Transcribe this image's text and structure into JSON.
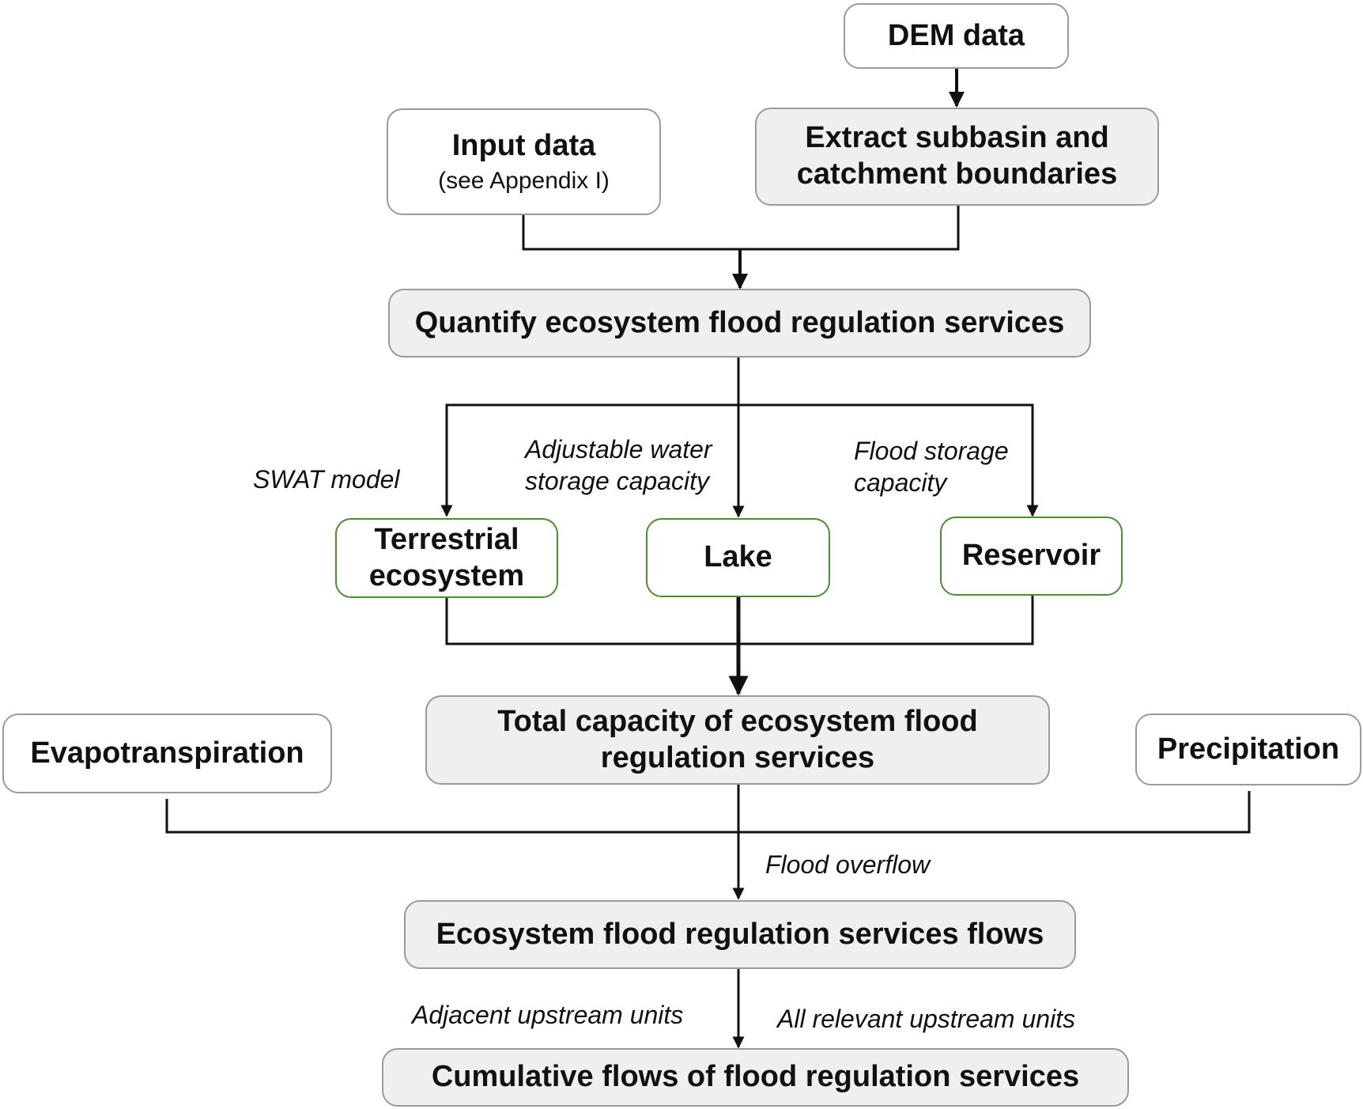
{
  "nodes": {
    "dem_data": "DEM data",
    "input_data": "Input data",
    "input_data_note": "(see Appendix I)",
    "extract_boundaries_1": "Extract subbasin and",
    "extract_boundaries_2": "catchment boundaries",
    "quantify": "Quantify ecosystem flood regulation services",
    "terrestrial_1": "Terrestrial",
    "terrestrial_2": "ecosystem",
    "lake": "Lake",
    "reservoir": "Reservoir",
    "total_capacity_1": "Total capacity of ecosystem flood",
    "total_capacity_2": "regulation services",
    "evapotranspiration": "Evapotranspiration",
    "precipitation": "Precipitation",
    "flows": "Ecosystem flood regulation services flows",
    "cumulative": "Cumulative flows of flood regulation services"
  },
  "edge_labels": {
    "swat_model": "SWAT model",
    "adjustable_1": "Adjustable water",
    "adjustable_2": "storage capacity",
    "flood_storage_1": "Flood storage",
    "flood_storage_2": "capacity",
    "flood_overflow": "Flood overflow",
    "adjacent_upstream": "Adjacent upstream units",
    "all_upstream": "All relevant upstream units"
  },
  "colors": {
    "box_border": "#9a9a9a",
    "green_border": "#4f8a34",
    "gray_fill": "#efefef",
    "line": "#111111"
  }
}
